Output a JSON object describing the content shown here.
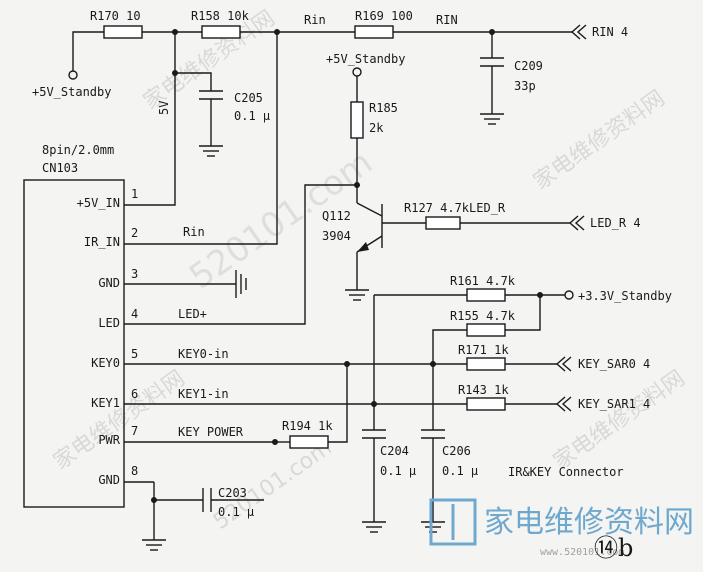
{
  "connector": {
    "ref": "CN103",
    "spec": "8pin/2.0mm",
    "pins": [
      {
        "num": "1",
        "name": "+5V_IN"
      },
      {
        "num": "2",
        "name": "IR_IN"
      },
      {
        "num": "3",
        "name": "GND"
      },
      {
        "num": "4",
        "name": "LED"
      },
      {
        "num": "5",
        "name": "KEY0"
      },
      {
        "num": "6",
        "name": "KEY1"
      },
      {
        "num": "7",
        "name": "PWR"
      },
      {
        "num": "8",
        "name": "GND"
      }
    ]
  },
  "nets": {
    "standby5": "+5V_Standby",
    "standby5_top": "+5V_Standby",
    "standby33": "+3.3V_Standby",
    "v5": "5V",
    "rin_top": "Rin",
    "rin_pin": "Rin",
    "rin_right": "RIN",
    "led_plus": "LED+",
    "key0_in": "KEY0-in",
    "key1_in": "KEY1-in",
    "key_power": "KEY POWER"
  },
  "ports": {
    "rin": "RIN 4",
    "led_r": "LED_R 4",
    "key_sar0": "KEY_SAR0 4",
    "key_sar1": "KEY_SAR1 4"
  },
  "resistors": {
    "r170": "R170 10",
    "r158": "R158 10k",
    "r169": "R169 100",
    "r185": "R185",
    "r185v": "2k",
    "r127": "R127 4.7kLED_R",
    "r161": "R161 4.7k",
    "r155": "R155 4.7k",
    "r171": "R171 1k",
    "r143": "R143 1k",
    "r194": "R194 1k"
  },
  "capacitors": {
    "c209": "C209",
    "c209v": "33p",
    "c205": "C205",
    "c205v": "0.1 µ",
    "c204": "C204",
    "c204v": "0.1 µ",
    "c206": "C206",
    "c206v": "0.1 µ",
    "c203": "C203",
    "c203v": "0.1 µ"
  },
  "transistor": {
    "ref": "Q112",
    "part": "3904"
  },
  "caption": "IR&KEY Connector",
  "page_badge": "⑭b",
  "watermarks": {
    "cn": "家电维修资料网",
    "url": "520101.com",
    "logo": "家电维修资料网",
    "logo_url": "www.520101.com"
  }
}
